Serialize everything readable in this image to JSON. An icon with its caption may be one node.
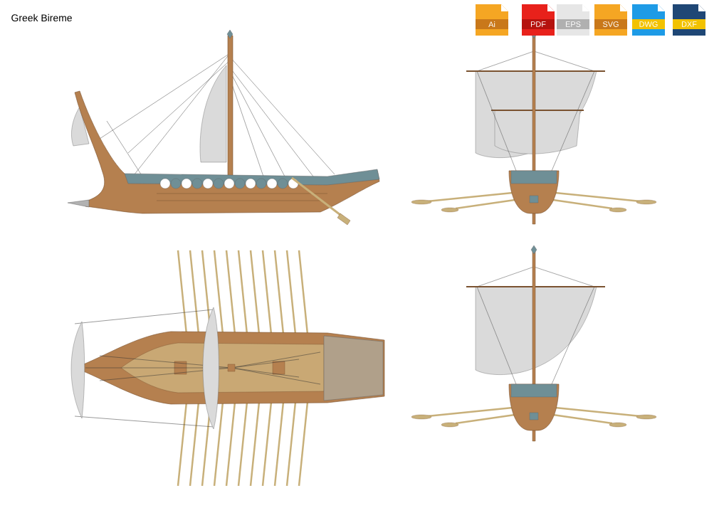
{
  "diagram": {
    "title": "Greek Bireme",
    "nodes": [
      {
        "text": [
          "Ai"
        ]
      },
      {
        "text": [
          "PDF"
        ]
      },
      {
        "text": [
          "EPS"
        ]
      },
      {
        "text": [
          "SVG"
        ]
      },
      {
        "text": [
          "DWG"
        ]
      },
      {
        "text": [
          "DXF"
        ]
      }
    ]
  }
}
